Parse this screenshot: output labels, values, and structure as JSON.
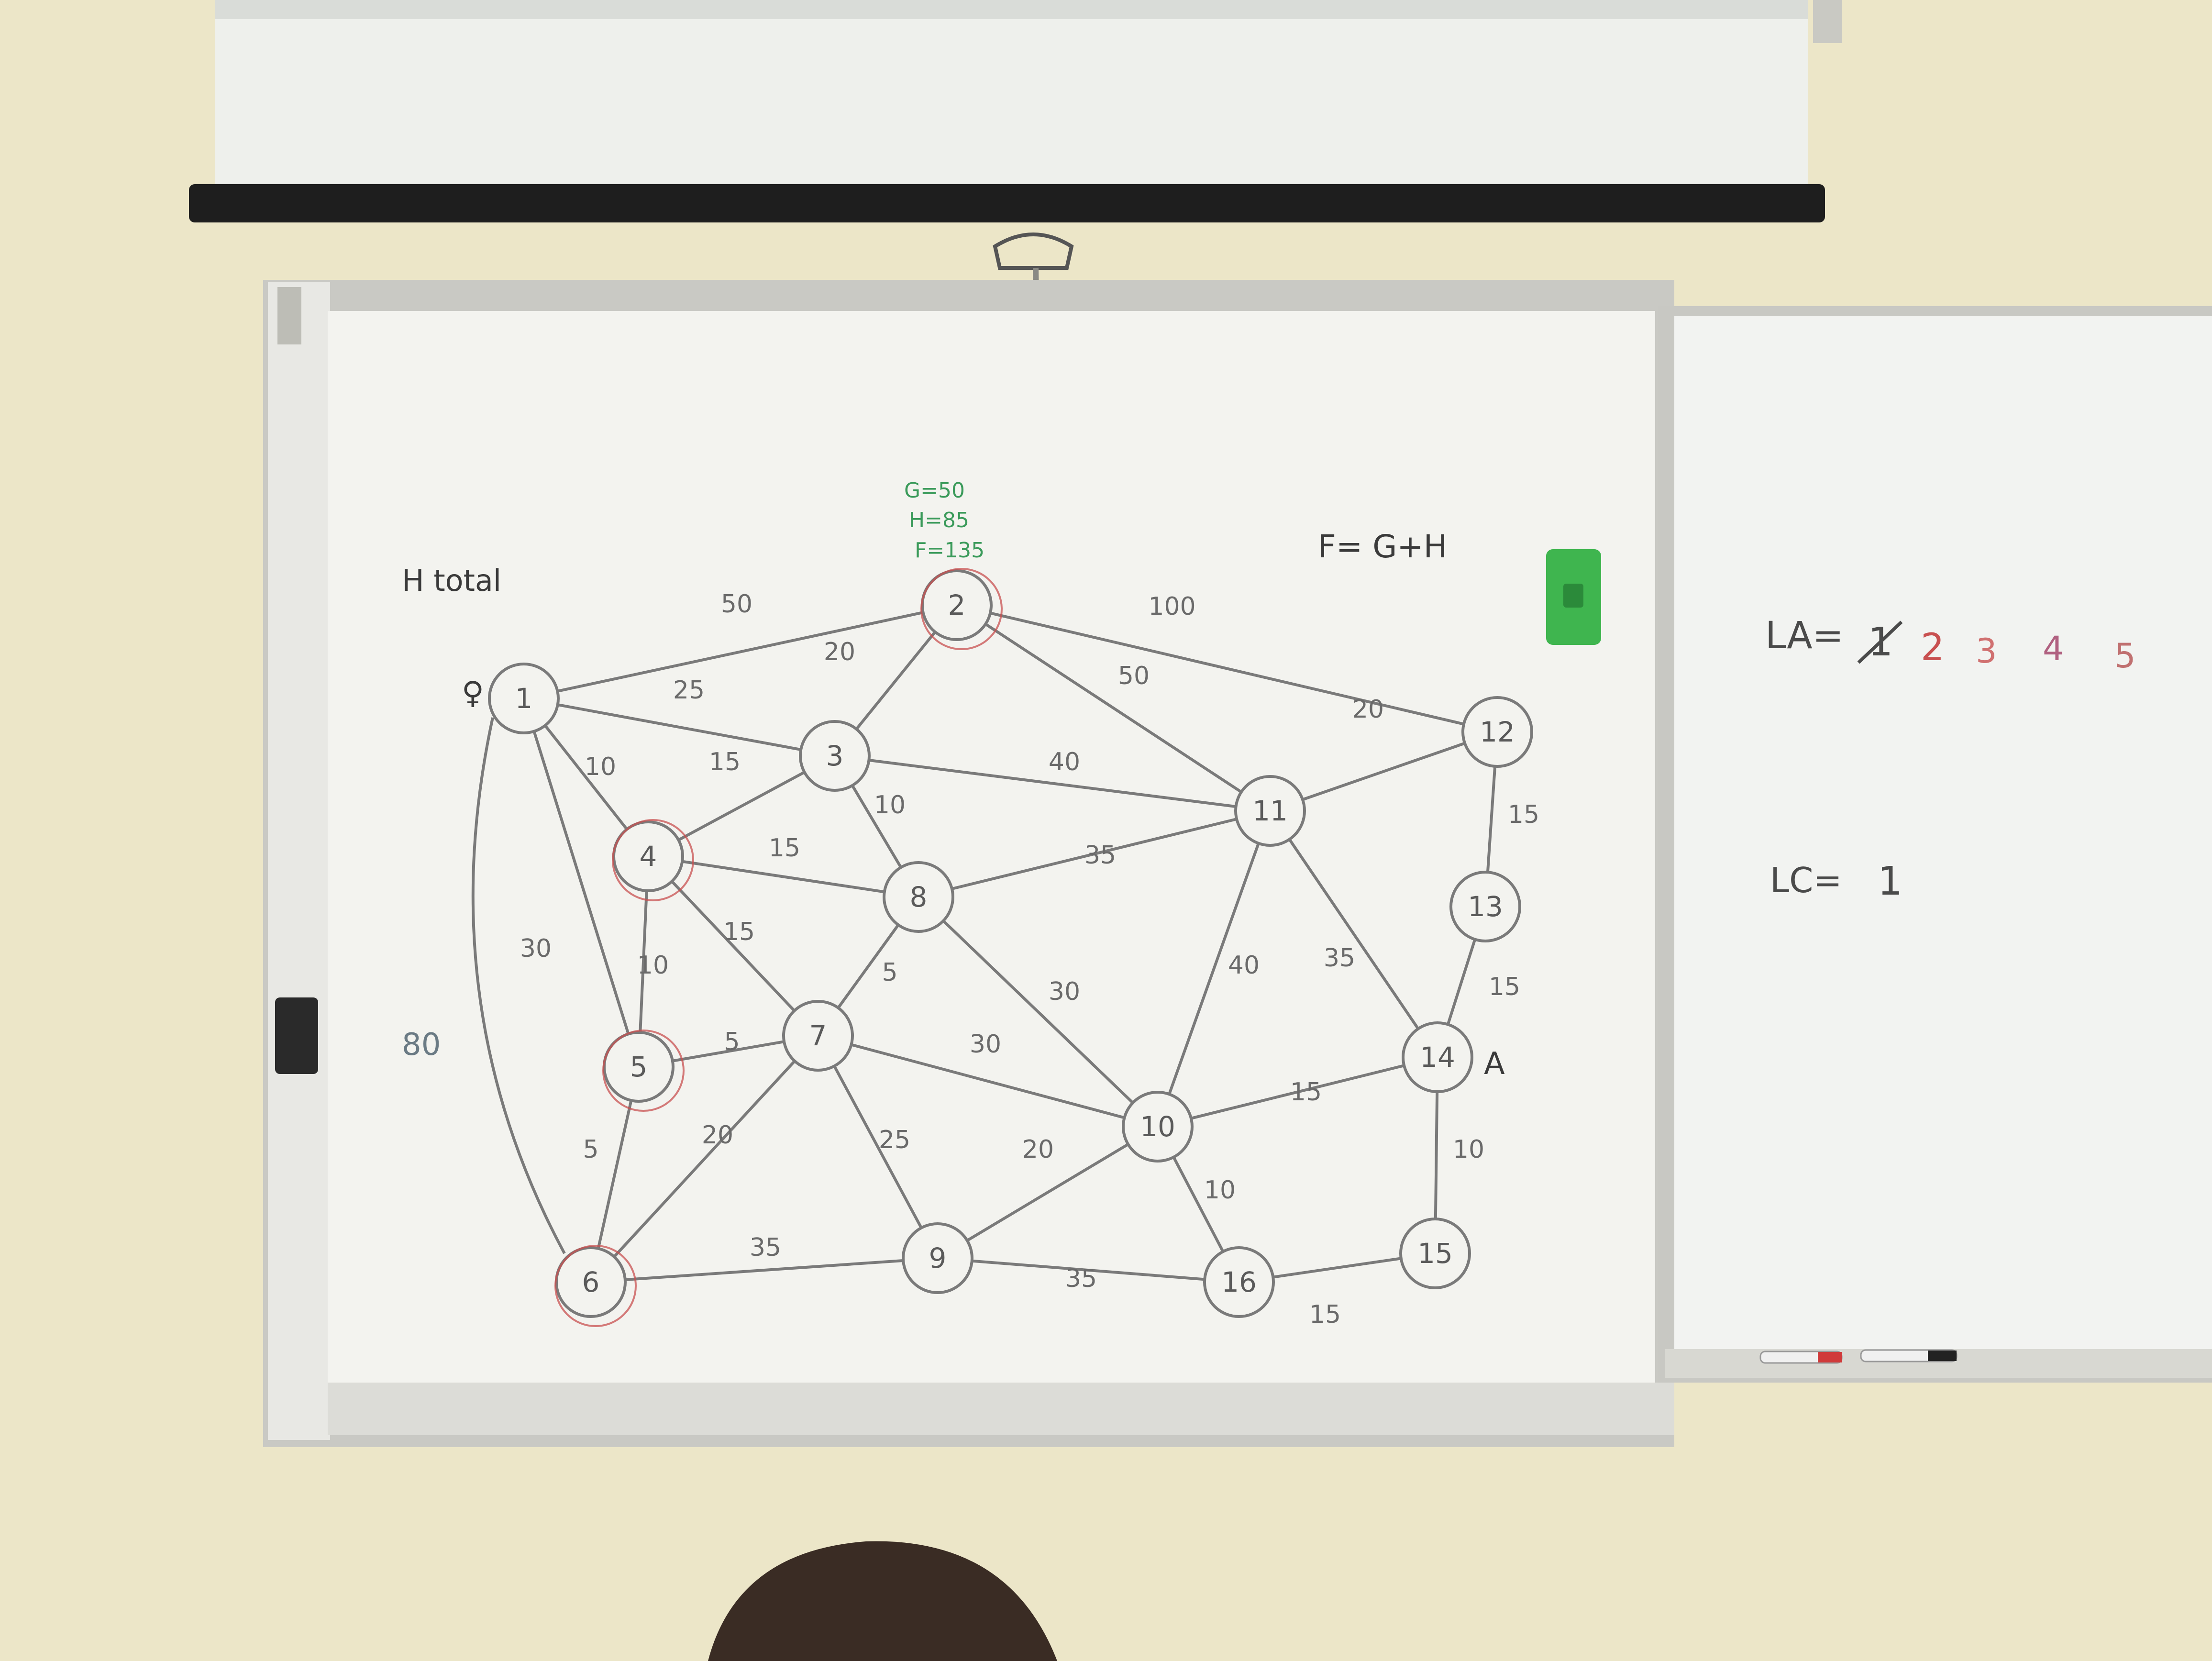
{
  "colors": {
    "wall": "#ece6c8",
    "board": "#f3f3ef",
    "marker_gray": "#7a7a7a",
    "marker_black": "#3a3a3a",
    "marker_green": "#3a9a5a",
    "marker_red": "#c85050",
    "eraser": "#3fb54f"
  },
  "board_left": {
    "h_label": "H total",
    "formula": "F= G+H",
    "node2_annotation": [
      "G=50",
      "H=85",
      "F=135"
    ],
    "start_symbol": "♀",
    "goal_symbol": "A",
    "side_label": "80",
    "nodes": [
      {
        "id": "1",
        "label": "1"
      },
      {
        "id": "2",
        "label": "2"
      },
      {
        "id": "3",
        "label": "3"
      },
      {
        "id": "4",
        "label": "4"
      },
      {
        "id": "5",
        "label": "5"
      },
      {
        "id": "6",
        "label": "6"
      },
      {
        "id": "7",
        "label": "7"
      },
      {
        "id": "8",
        "label": "8"
      },
      {
        "id": "9",
        "label": "9"
      },
      {
        "id": "10",
        "label": "10"
      },
      {
        "id": "11",
        "label": "11"
      },
      {
        "id": "12",
        "label": "12"
      },
      {
        "id": "13",
        "label": "13"
      },
      {
        "id": "14",
        "label": "14"
      },
      {
        "id": "15",
        "label": "15"
      },
      {
        "id": "16",
        "label": "16"
      }
    ],
    "edges": [
      {
        "from": "1",
        "to": "2",
        "weight": "50"
      },
      {
        "from": "1",
        "to": "3",
        "weight": "25"
      },
      {
        "from": "1",
        "to": "4",
        "weight": "10"
      },
      {
        "from": "1",
        "to": "5",
        "weight": "30"
      },
      {
        "from": "2",
        "to": "3",
        "weight": "20"
      },
      {
        "from": "2",
        "to": "11",
        "weight": "50"
      },
      {
        "from": "2",
        "to": "12",
        "weight": "100"
      },
      {
        "from": "3",
        "to": "4",
        "weight": "15"
      },
      {
        "from": "3",
        "to": "11",
        "weight": "40"
      },
      {
        "from": "3",
        "to": "8",
        "weight": "10"
      },
      {
        "from": "4",
        "to": "8",
        "weight": "15"
      },
      {
        "from": "4",
        "to": "7",
        "weight": "15"
      },
      {
        "from": "4",
        "to": "5",
        "weight": "10"
      },
      {
        "from": "8",
        "to": "11",
        "weight": "35"
      },
      {
        "from": "8",
        "to": "7",
        "weight": "5"
      },
      {
        "from": "8",
        "to": "10",
        "weight": "30"
      },
      {
        "from": "5",
        "to": "7",
        "weight": "5"
      },
      {
        "from": "5",
        "to": "6",
        "weight": "5"
      },
      {
        "from": "6",
        "to": "7",
        "weight": "20"
      },
      {
        "from": "6",
        "to": "9",
        "weight": "35"
      },
      {
        "from": "7",
        "to": "10",
        "weight": "30"
      },
      {
        "from": "7",
        "to": "9",
        "weight": "25"
      },
      {
        "from": "9",
        "to": "10",
        "weight": "20"
      },
      {
        "from": "9",
        "to": "16",
        "weight": "35"
      },
      {
        "from": "10",
        "to": "11",
        "weight": "40"
      },
      {
        "from": "10",
        "to": "14",
        "weight": "15"
      },
      {
        "from": "10",
        "to": "16",
        "weight": "10"
      },
      {
        "from": "11",
        "to": "12",
        "weight": "20"
      },
      {
        "from": "11",
        "to": "14",
        "weight": "35"
      },
      {
        "from": "12",
        "to": "13",
        "weight": "15"
      },
      {
        "from": "13",
        "to": "14",
        "weight": "15"
      },
      {
        "from": "14",
        "to": "15",
        "weight": "10"
      },
      {
        "from": "16",
        "to": "15",
        "weight": "15"
      }
    ]
  },
  "board_right": {
    "la_label": "LA=",
    "la_items": [
      "1",
      "2",
      "3",
      "4",
      "5"
    ],
    "lc_label": "LC=",
    "lc_value": "1"
  }
}
